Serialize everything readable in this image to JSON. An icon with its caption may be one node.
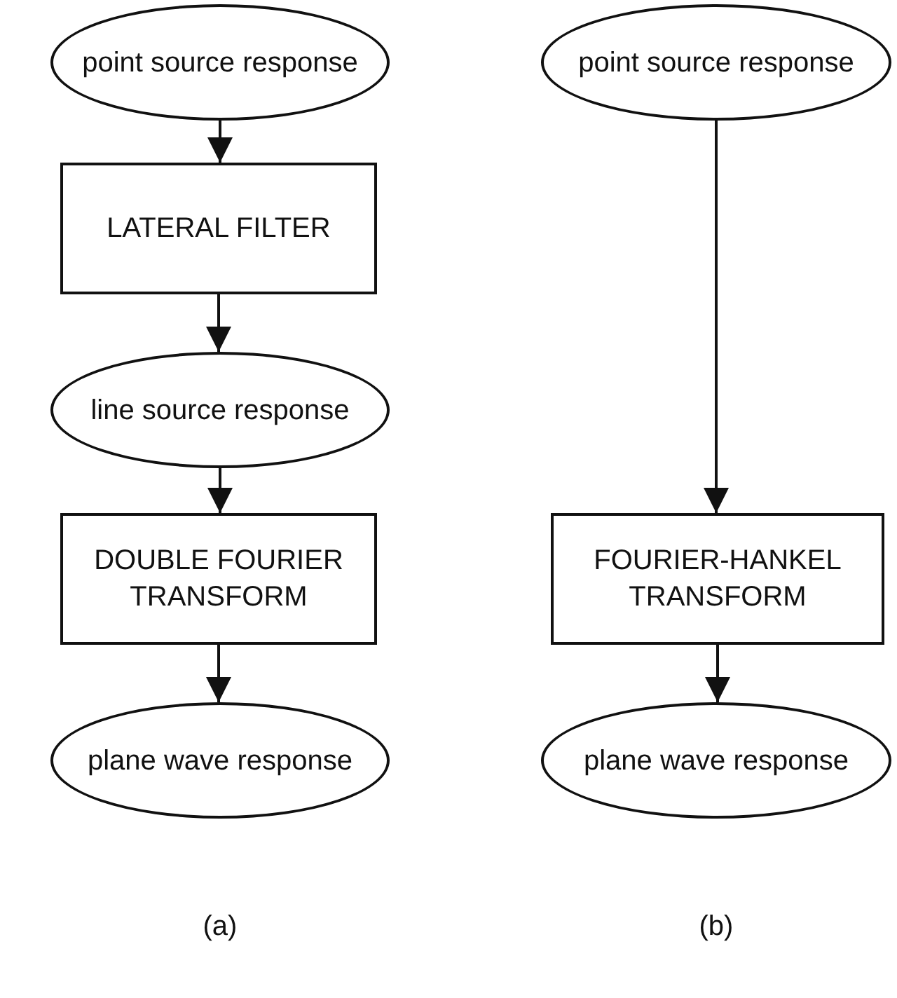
{
  "diagram": {
    "nodes": [
      {
        "text": [
          "point source response"
        ]
      },
      {
        "text": [
          "LATERAL FILTER"
        ]
      },
      {
        "text": [
          "line source response"
        ]
      },
      {
        "text": [
          "DOUBLE FOURIER TRANSFORM"
        ]
      },
      {
        "text": [
          "plane wave response"
        ]
      },
      {
        "text": [
          "point source response"
        ]
      },
      {
        "text": [
          "FOURIER-HANKEL TRANSFORM"
        ]
      },
      {
        "text": [
          "plane wave response"
        ]
      }
    ],
    "edges": [
      {
        "from": 0,
        "to": 1,
        "arrow": "to"
      },
      {
        "from": 1,
        "to": 2,
        "arrow": "to"
      },
      {
        "from": 2,
        "to": 3,
        "arrow": "to"
      },
      {
        "from": 3,
        "to": 4,
        "arrow": "to"
      },
      {
        "from": 5,
        "to": 6,
        "arrow": "to"
      },
      {
        "from": 6,
        "to": 7,
        "arrow": "to"
      }
    ],
    "labels": [
      "(a)",
      "(b)"
    ]
  }
}
